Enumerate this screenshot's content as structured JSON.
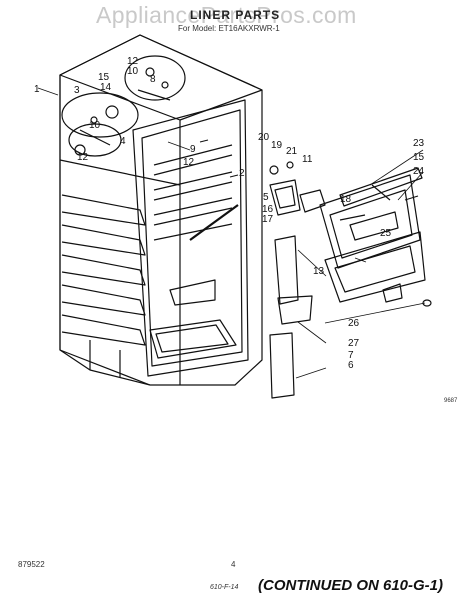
{
  "watermark": "AppliancePartsPros.com",
  "header": {
    "title": "LINER PARTS",
    "model": "For Model: ET16AKXRWR-1"
  },
  "callouts": [
    "1",
    "2",
    "3",
    "4",
    "5",
    "6",
    "7",
    "8",
    "9",
    "10",
    "10",
    "11",
    "12",
    "12",
    "12",
    "13",
    "14",
    "15",
    "15",
    "16",
    "17",
    "18",
    "19",
    "20",
    "21",
    "23",
    "24",
    "25",
    "26",
    "27"
  ],
  "footer": {
    "doc_number": "879522",
    "page": "4",
    "illustration_code": "9687",
    "reference": "610-F-14",
    "continued": "(CONTINUED ON 610-G-1)"
  }
}
